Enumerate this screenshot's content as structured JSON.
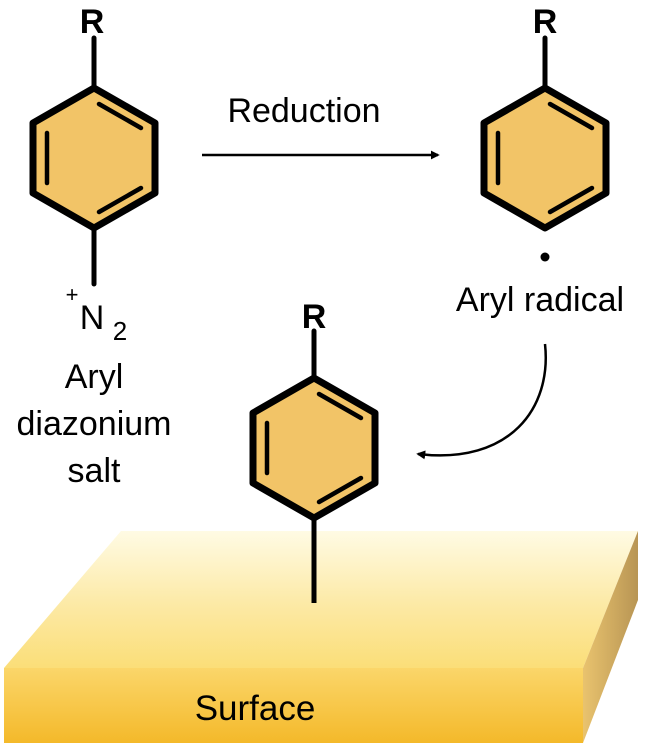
{
  "diagram": {
    "substituent_top_left": "R",
    "substituent_top_right": "R",
    "substituent_bottom": "R",
    "arrow_label": "Reduction",
    "diazonium": {
      "charge": "+",
      "atom": "N",
      "subscript": "2",
      "name_line1": "Aryl",
      "name_line2": "diazonium",
      "name_line3": "salt"
    },
    "radical_dot": "·",
    "radical_label": "Aryl radical",
    "surface_label": "Surface"
  },
  "colors": {
    "ring_fill": "#f2c467",
    "outline": "#000000",
    "surface_top": "#fde792",
    "surface_front": "#f7c23d",
    "surface_side": "#c9a257"
  }
}
